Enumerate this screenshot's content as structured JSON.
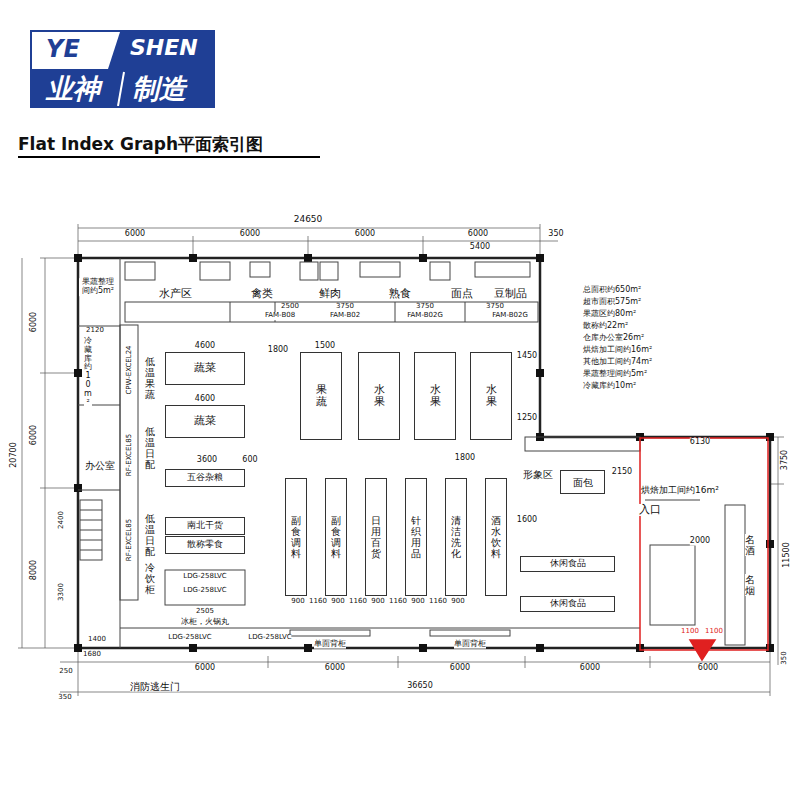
{
  "diagram": {
    "title": "Flat Index Graph平面索引图",
    "nodes": [
      {
        "text": [
          "YE",
          "SHEN",
          "业神",
          "制造"
        ]
      },
      {
        "text": [
          "蔬菜"
        ]
      },
      {
        "text": [
          "蔬菜"
        ]
      },
      {
        "text": [
          "果蔬"
        ]
      },
      {
        "text": [
          "水果"
        ]
      },
      {
        "text": [
          "水果"
        ]
      },
      {
        "text": [
          "水果"
        ]
      },
      {
        "text": [
          "五谷杂粮"
        ]
      },
      {
        "text": [
          "南北干货"
        ]
      },
      {
        "text": [
          "散称零食"
        ]
      },
      {
        "text": [
          "副食调料"
        ]
      },
      {
        "text": [
          "副食调料"
        ]
      },
      {
        "text": [
          "日用百货"
        ]
      },
      {
        "text": [
          "针织用品"
        ]
      },
      {
        "text": [
          "清洁洗化"
        ]
      },
      {
        "text": [
          "酒水饮料"
        ]
      },
      {
        "text": [
          "休闲食品"
        ]
      },
      {
        "text": [
          "休闲食品"
        ]
      },
      {
        "text": [
          "面包"
        ]
      }
    ],
    "labels": [
      "24650",
      "6000",
      "6000",
      "6000",
      "6000",
      "5400",
      "350",
      "水产区",
      "禽类",
      "鲜肉",
      "熟食",
      "面点",
      "豆制品",
      "2500",
      "3750",
      "3750",
      "3750",
      "FAM-B08",
      "FAM-B02",
      "FAM-B02G",
      "FAM-B02G",
      "4600",
      "4600",
      "1800",
      "1500",
      "1450",
      "1250",
      "3600",
      "600",
      "1800",
      "2150",
      "1600",
      "2000",
      "6130",
      "形象区",
      "入口",
      "烘焙加工间约16m²",
      "名酒",
      "名烟",
      "1100",
      "1100",
      "低温果蔬",
      "低温日配",
      "低温日配",
      "冷饮柜",
      "CPW-EXCEL24",
      "RF-EXCEL85",
      "RF-EXCEL85",
      "办公室",
      "冷藏库约10m²",
      "果蔬整理间约5m²",
      "2120",
      "6000",
      "6000",
      "8000",
      "20700",
      "2400",
      "3300",
      "1400",
      "1680",
      "250",
      "6000",
      "6000",
      "6000",
      "6000",
      "6000",
      "36650",
      "350",
      "消防逃生门",
      "单面背柜",
      "单面背柜",
      "冰柜，火锅丸",
      "LDG-258LVC",
      "LDG-258LVC",
      "2505",
      "LDG-258LVC",
      "LDG-258LVC",
      "3750",
      "11500",
      "350",
      "总面积约650m²",
      "超市面积575m²",
      "果蔬区约80m²",
      "散称约22m²",
      "仓库办公室26m²",
      "烘焙加工间约16m²",
      "其他加工间约74m²",
      "果蔬整理间约5m²",
      "冷藏库约10m²",
      "900",
      "1160",
      "900",
      "1160",
      "900",
      "1160",
      "900",
      "1160",
      "900"
    ]
  }
}
